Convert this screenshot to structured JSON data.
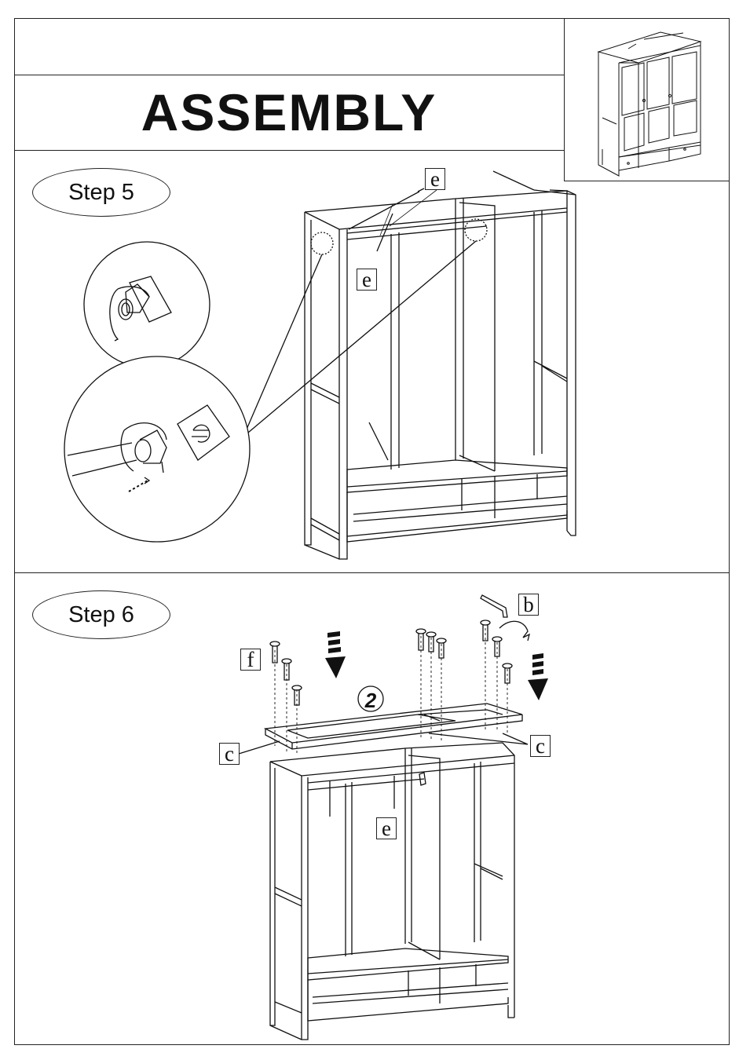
{
  "header": {
    "title": "ASSEMBLY"
  },
  "steps": [
    {
      "label": "Step 5",
      "parts": [
        "e",
        "e"
      ]
    },
    {
      "label": "Step 6",
      "parts": [
        "f",
        "b",
        "c",
        "c",
        "e"
      ],
      "panel_number": "2"
    }
  ]
}
